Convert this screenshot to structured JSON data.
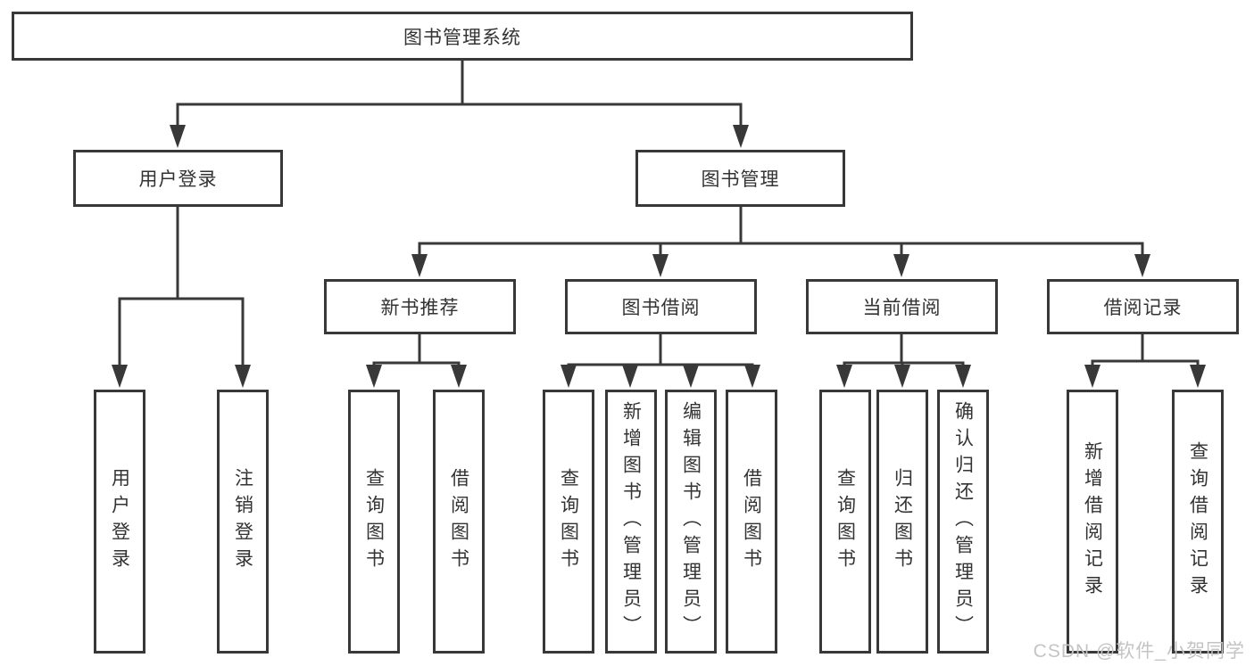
{
  "diagram": {
    "root": "图书管理系统",
    "branches": [
      {
        "label": "用户登录",
        "children": [
          "用户登录",
          "注销登录"
        ]
      },
      {
        "label": "图书管理",
        "sections": [
          {
            "label": "新书推荐",
            "children": [
              "查询图书",
              "借阅图书"
            ]
          },
          {
            "label": "图书借阅",
            "children": [
              "查询图书",
              "新增图书（管理员）",
              "编辑图书（管理员）",
              "借阅图书"
            ]
          },
          {
            "label": "当前借阅",
            "children": [
              "查询图书",
              "归还图书",
              "确认归还（管理员）"
            ]
          },
          {
            "label": "借阅记录",
            "children": [
              "新增借阅记录",
              "查询借阅记录"
            ]
          }
        ]
      }
    ],
    "watermark": "CSDN @软件_小贺同学",
    "colors": {
      "line": "#383838",
      "text": "#333333",
      "background": "#ffffff",
      "watermark": "#c4c4c4"
    }
  }
}
